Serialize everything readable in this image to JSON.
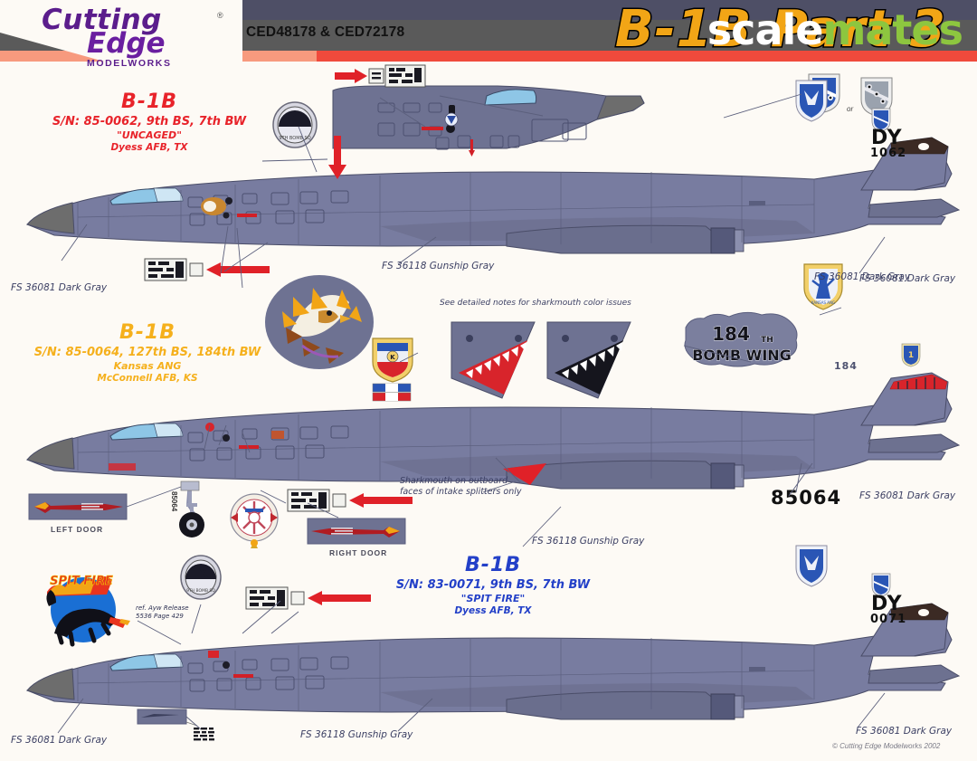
{
  "header": {
    "brand_line1": "Cutting",
    "brand_line2": "Edge",
    "brand_sub": "MODELWORKS",
    "registered_mark": "®",
    "kit_numbers": "CED48178 & CED72178",
    "sheet_title": "B-1B Part 3",
    "watermark_part1": "scale",
    "watermark_part2": "mates"
  },
  "subjects": [
    {
      "type": "B-1B",
      "serial_line": "S/N: 85-0062, 9th BS, 7th BW",
      "nickname": "\"UNCAGED\"",
      "base": "Dyess AFB, TX",
      "color": "#e8232a",
      "tail_code": "DY",
      "tail_number": "1062"
    },
    {
      "type": "B-1B",
      "serial_line": "S/N: 85-0064, 127th BS, 184th BW",
      "nickname": "Kansas ANG",
      "base": "McConnell AFB, KS",
      "color": "#f5b01c",
      "tail_decal_line1": "184",
      "tail_decal_suffix": "TH",
      "tail_decal_line2": "BOMB WING",
      "fuselage_number": "85064",
      "tail_number": "184"
    },
    {
      "type": "B-1B",
      "serial_line": "S/N: 83-0071, 9th BS, 7th BW",
      "nickname": "\"SPIT FIRE\"",
      "base": "Dyess AFB, TX",
      "color": "#2340c8",
      "tail_code": "DY",
      "tail_number": "0071",
      "nose_art_text": "SPIT FIRE"
    }
  ],
  "annotations": {
    "fs_dark_gray": "FS 36081 Dark Gray",
    "fs_gunship_gray": "FS 36118 Gunship Gray",
    "sharkmouth_note": "See detailed notes for sharkmouth color issues",
    "sharkmouth_placement_l1": "Sharkmouth on outboard",
    "sharkmouth_placement_l2": "faces of intake splitters only",
    "patch_or": "or",
    "left_door": "LEFT DOOR",
    "right_door": "RIGHT DOOR",
    "gear_door_vert": "85064",
    "nose_detail_note_l1": "ref. Ayw Release",
    "nose_detail_note_l2": "5536 Page 429",
    "copyright": "© Cutting Edge Modelworks 2002"
  },
  "colors": {
    "paper": "#fdfaf5",
    "airframe_light": "#7b7f9e",
    "airframe_mid": "#6d7190",
    "airframe_dark": "#5d6181",
    "radome": "#6f6f6f",
    "canopy": "#79b6dd",
    "red_accent": "#e02128",
    "band_dark": "#4e4f66",
    "band_gray": "#5a5a5a",
    "band_red": "#f04a3c",
    "purple": "#5b1d8c",
    "gold": "#f2a516"
  }
}
